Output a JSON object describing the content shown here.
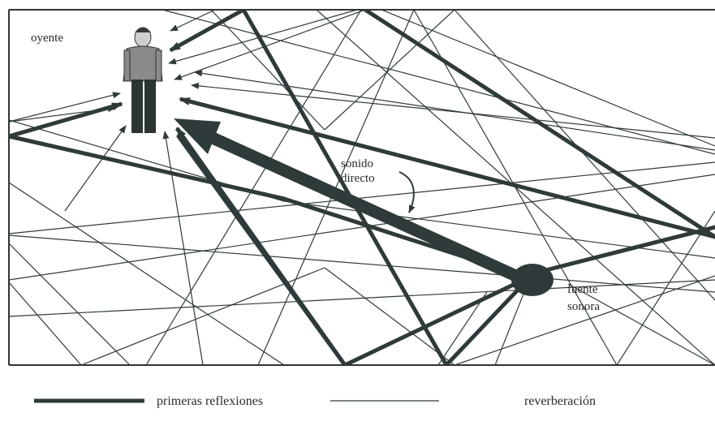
{
  "labels": {
    "listener": "oyente",
    "direct_sound_line1": "sonido",
    "direct_sound_line2": "directo",
    "source_line1": "fuente",
    "source_line2": "sonora"
  },
  "legend": {
    "early_reflections": "primeras reflexiones",
    "reverberation": "reverberación"
  },
  "colors": {
    "ink": "#2f3a3a",
    "frame": "#333333",
    "shirt": "#8a8a8a",
    "pants": "#2c3434"
  }
}
